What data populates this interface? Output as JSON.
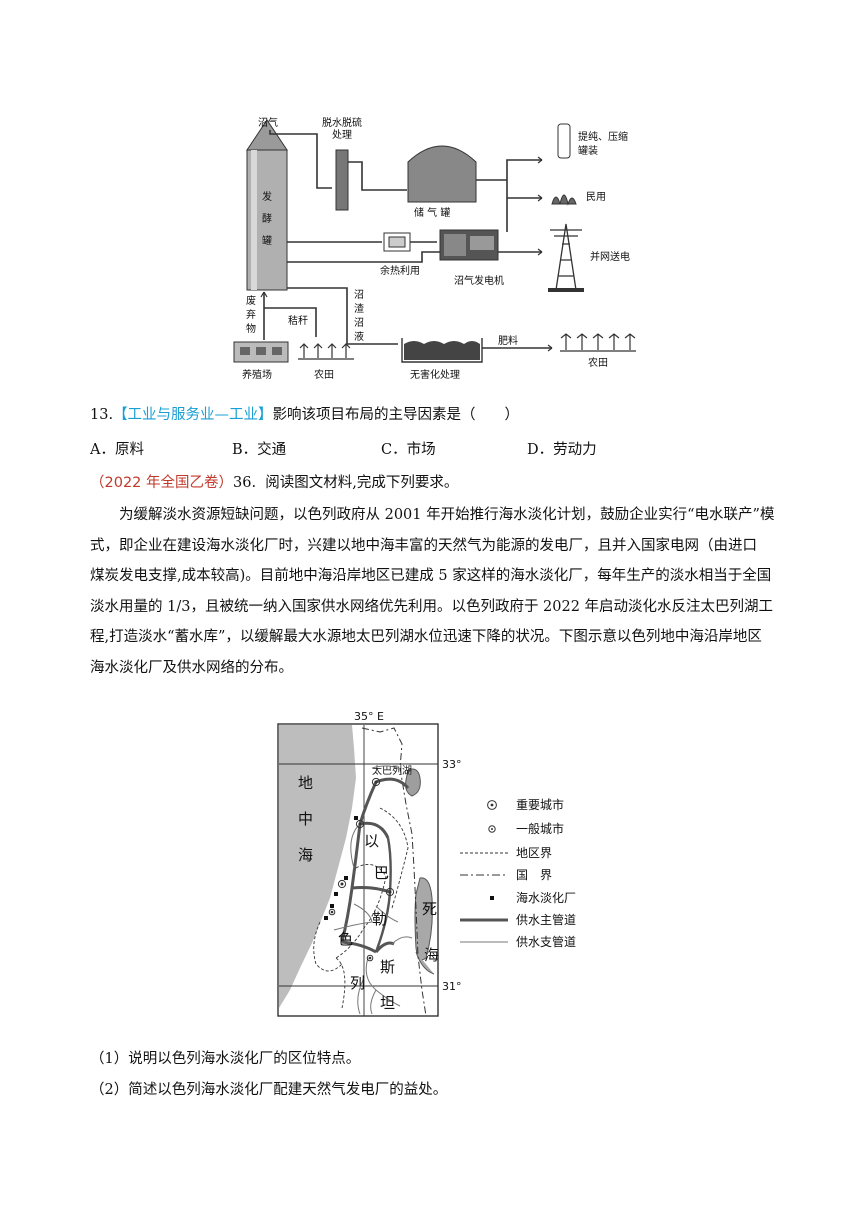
{
  "diagram": {
    "labels": {
      "biogas": "沼气",
      "desulfur_l1": "脱水脱硫",
      "desulfur_l2": "处理",
      "tank_c1": "发",
      "tank_c2": "酵",
      "tank_c3": "罐",
      "storage": "储 气 罐",
      "purify_l1": "提纯、压缩",
      "purify_l2": "罐装",
      "civil": "民用",
      "heat": "余热利用",
      "generator": "沼气发电机",
      "grid": "并网送电",
      "waste_c1": "废",
      "waste_c2": "弃",
      "waste_c3": "物",
      "straw": "秸秆",
      "slurry_c1": "沼",
      "slurry_c2": "渣",
      "slurry_c3": "沼",
      "slurry_c4": "液",
      "farm_animal": "养殖场",
      "field1": "农田",
      "harmless": "无害化处理",
      "fertilizer": "肥料",
      "field2": "农田"
    }
  },
  "q13": {
    "number": "13.",
    "tag": "【工业与服务业—工业】",
    "text": "影响该项目布局的主导因素是（　　）",
    "options": [
      "A．原料",
      "B．交通",
      "C．市场",
      "D．劳动力"
    ]
  },
  "q36": {
    "source": "（2022 年全国乙卷）",
    "number": "36.",
    "text": "阅读图文材料,完成下列要求。",
    "paragraph_lines": [
      "为缓解淡水资源短缺问题，以色列政府从 2001 年开始推行海水淡化计划，鼓励企业实行“电水联产”模",
      "式，即企业在建设海水淡化厂时，兴建以地中海丰富的天然气为能源的发电厂，且并入国家电网（由进口",
      "煤炭发电支撑,成本较高)。目前地中海沿岸地区已建成 5 家这样的海水淡化厂，每年生产的淡水相当于全国",
      "淡水用量的 1/3，且被统一纳入国家供水网络优先利用。以色列政府于 2022 年启动淡化水反注太巴列湖工",
      "程,打造淡水“蓄水库”，以缓解最大水源地太巴列湖水位迅速下降的状况。下图示意以色列地中海沿岸地区",
      "海水淡化厂及供水网络的分布。"
    ],
    "map": {
      "lon_label": "35° E",
      "lat_top": "33°",
      "lat_bottom": "31°",
      "lake": "太巴列湖",
      "sea_c1": "地",
      "sea_c2": "中",
      "sea_c3": "海",
      "israel_c1": "以",
      "israel_c2": "色",
      "israel_c3": "列",
      "pal_c1": "巴",
      "pal_c2": "勒",
      "pal_c3": "斯",
      "pal_c4": "坦",
      "dead_c1": "死",
      "dead_c2": "海",
      "legend": [
        "重要城市",
        "一般城市",
        "地区界",
        "国　界",
        "海水淡化厂",
        "供水主管道",
        "供水支管道"
      ]
    },
    "sub_questions": [
      "（1）说明以色列海水淡化厂的区位特点。",
      "（2）简述以色列海水淡化厂配建天然气发电厂的益处。"
    ]
  }
}
